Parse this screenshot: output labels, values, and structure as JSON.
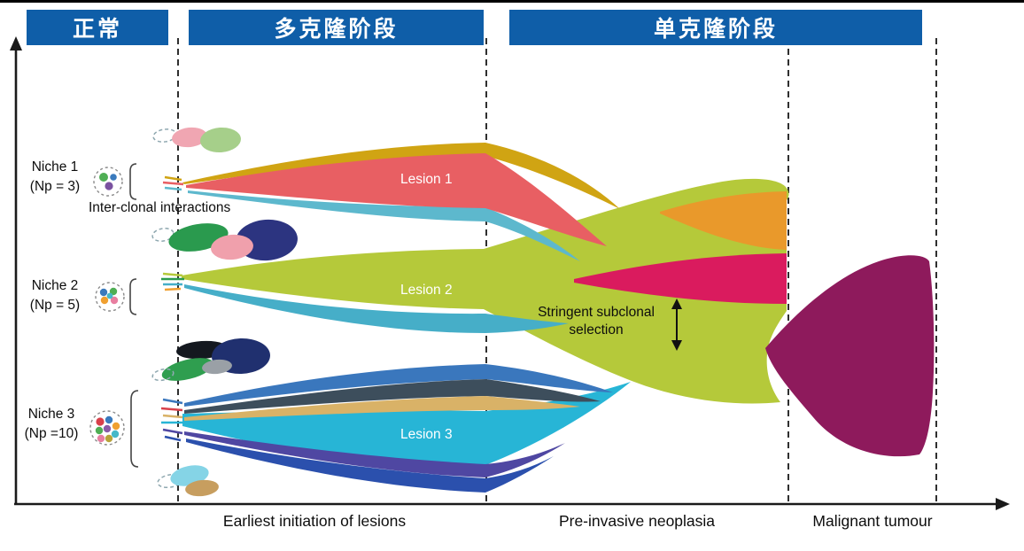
{
  "headers": {
    "normal": "正常",
    "polyclonal": "多克隆阶段",
    "monoclonal": "单克隆阶段"
  },
  "niches": [
    {
      "name": "Niche 1",
      "np": "(Np = 3)"
    },
    {
      "name": "Niche 2",
      "np": "(Np = 5)"
    },
    {
      "name": "Niche 3",
      "np": "(Np =10)"
    }
  ],
  "lesions": [
    {
      "label": "Lesion 1"
    },
    {
      "label": "Lesion 2"
    },
    {
      "label": "Lesion 3"
    }
  ],
  "annotations": {
    "inter_clonal": "Inter-clonal interactions",
    "stringent_line1": "Stringent subclonal",
    "stringent_line2": "selection"
  },
  "stages": [
    {
      "label": "Earliest initiation of lesions"
    },
    {
      "label": "Pre-invasive neoplasia"
    },
    {
      "label": "Malignant tumour"
    }
  ],
  "colors": {
    "header_bg": "#0f5ea8",
    "header_text": "#ffffff",
    "lesion1_mustard": "#d0a413",
    "lesion1_red": "#e85f63",
    "lesion1_teal": "#5db8cd",
    "lesion2_green": "#b5c93a",
    "lesion2_teal": "#46aec8",
    "lesion3_blue": "#3a77bd",
    "lesion3_slate": "#3d4e5c",
    "lesion3_tan": "#d9b267",
    "lesion3_cyan": "#27b5d6",
    "lesion3_purple": "#4f47a2",
    "lesion3_royal": "#2b50ad",
    "orange_wedge": "#e9992b",
    "crimson_wedge": "#da1b5e",
    "magenta_tumour": "#8e1a5c",
    "petal_pink": "#f0a6b2",
    "petal_lightgreen": "#a6cf8a",
    "blob_green": "#2a9a4e",
    "blob_pink": "#f0a0ac",
    "blob_navy": "#2c3480",
    "blob_black": "#14181f",
    "blob_darkblue": "#20306f",
    "blob_gray": "#9aa0a6",
    "blob_green2": "#2f9e4f",
    "petal_cyan": "#85d4e6",
    "petal_tan": "#c79e5f",
    "axis": "#1a1a1a",
    "dashed_line": "#2f2f2f"
  }
}
